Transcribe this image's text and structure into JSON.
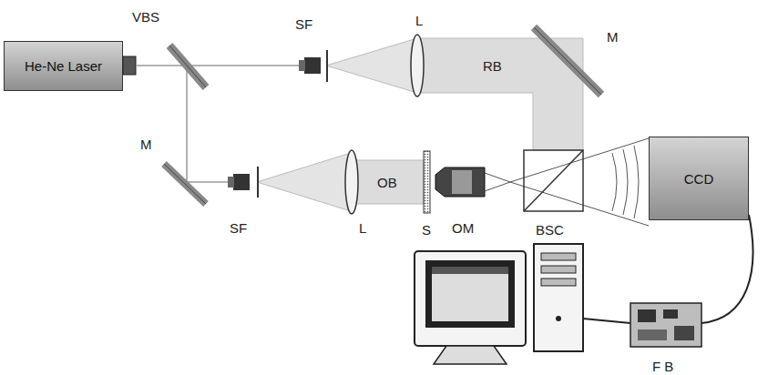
{
  "diagram": {
    "nodes": [
      {
        "text": [
          "He-Ne Laser"
        ]
      },
      {
        "text": [
          "CCD"
        ]
      }
    ],
    "labels": [
      "VBS",
      "SF",
      "L",
      "RB",
      "M",
      "M",
      "SF",
      "L",
      "OB",
      "S",
      "OM",
      "BSC",
      "F B"
    ]
  }
}
